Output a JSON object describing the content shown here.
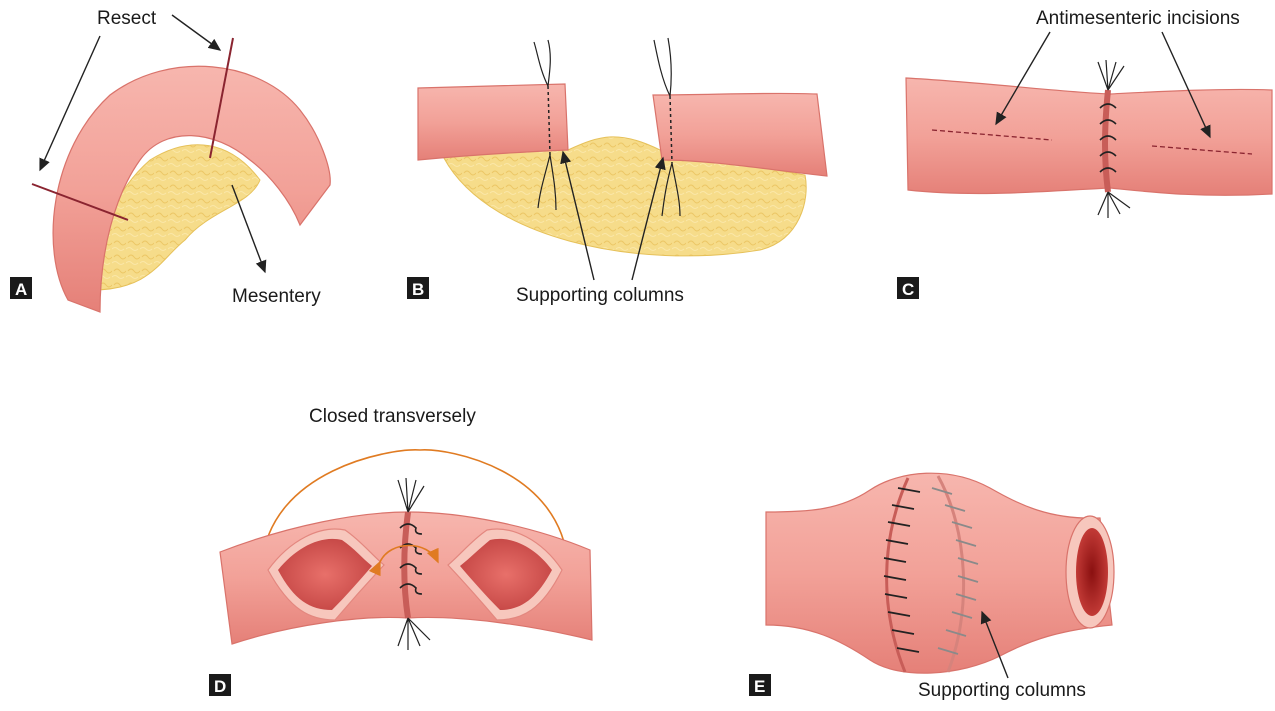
{
  "labels": {
    "resect": "Resect",
    "mesentery": "Mesentery",
    "supporting_columns_b": "Supporting columns",
    "antimesenteric_incisions": "Antimesenteric incisions",
    "closed_transversely": "Closed transversely",
    "supporting_columns_e": "Supporting columns"
  },
  "panels": {
    "a": "A",
    "b": "B",
    "c": "C",
    "d": "D",
    "e": "E"
  },
  "colors": {
    "bowel": "#f2a49c",
    "bowel_dark": "#e07f78",
    "bowel_light": "#fbc6be",
    "mesentery": "#f5d981",
    "mesentery_dark": "#e8c25c",
    "resect_line": "#8a2430",
    "orange_arrow": "#e07b22",
    "suture": "#1a1a1a",
    "lumen": "#b82c2c"
  }
}
